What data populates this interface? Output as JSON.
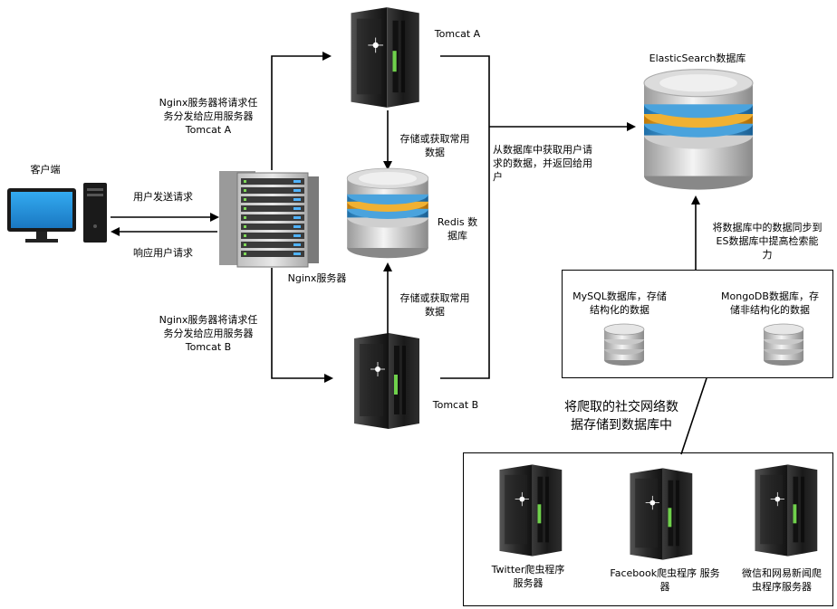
{
  "client": {
    "label": "客户端"
  },
  "nginx": {
    "label": "Nginx服务器"
  },
  "tomcat_a": {
    "label": "Tomcat A"
  },
  "tomcat_b": {
    "label": "Tomcat B"
  },
  "redis": {
    "label": "Redis 数\n据库"
  },
  "elasticsearch": {
    "label": "ElasticSearch数据库"
  },
  "edges": {
    "user_request": "用户发送请求",
    "user_response": "响应用户请求",
    "to_tomcat_a": "Nginx服务器将请求任\n务分发给应用服务器\nTomcat A",
    "to_tomcat_b": "Nginx服务器将请求任\n务分发给应用服务器\nTomcat B",
    "redis_from_a": "存储或获取常用\n数据",
    "redis_from_b": "存储或获取常用\n数据",
    "es_fetch": "从数据库中获取用户请\n求的数据，并返回给用\n户",
    "sync_to_es": "将数据库中的数据同步到\nES数据库中提高检索能\n力",
    "crawl_store": "将爬取的社交网络数\n据存储到数据库中"
  },
  "db_box": {
    "mysql": "MySQL数据库，存储\n结构化的数据",
    "mongo": "MongoDB数据库，存\n储非结构化的数据"
  },
  "crawler_box": {
    "twitter": "Twitter爬虫程序\n服务器",
    "facebook": "Facebook爬虫程序 服务\n器",
    "wechat": "微信和网易新闻爬\n虫程序服务器"
  }
}
